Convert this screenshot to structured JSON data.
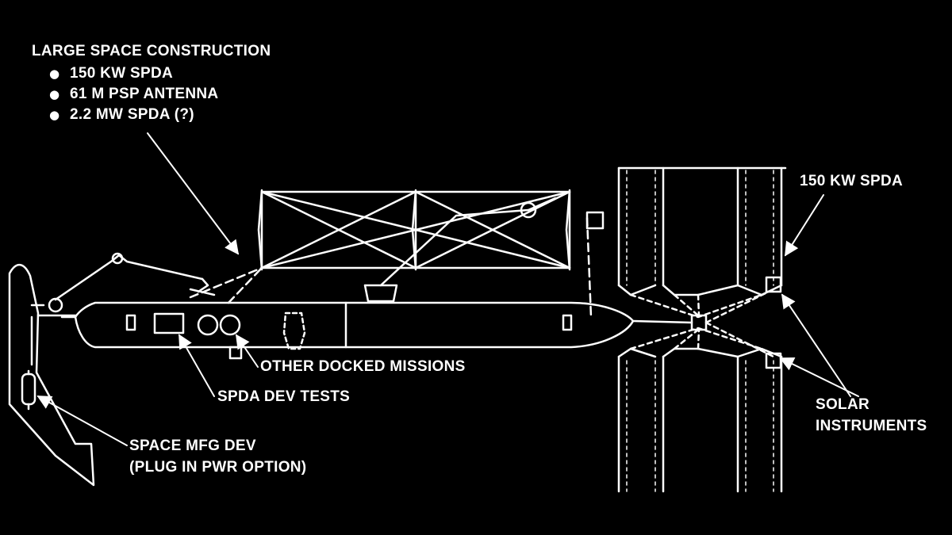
{
  "callouts": {
    "large_space_construction": {
      "title": "LARGE SPACE CONSTRUCTION",
      "bullets": [
        "150 KW SPDA",
        "61 M PSP ANTENNA",
        "2.2 MW SPDA (?)"
      ]
    },
    "array_label": "150 KW SPDA",
    "other_docked_missions": "OTHER DOCKED MISSIONS",
    "spda_dev_tests": "SPDA DEV TESTS",
    "space_mfg_dev": [
      "SPACE MFG DEV",
      "(PLUG IN PWR OPTION)"
    ],
    "solar_instruments": [
      "SOLAR",
      "INSTRUMENTS"
    ]
  },
  "colors": {
    "background": "#000000",
    "ink": "#ffffff"
  }
}
